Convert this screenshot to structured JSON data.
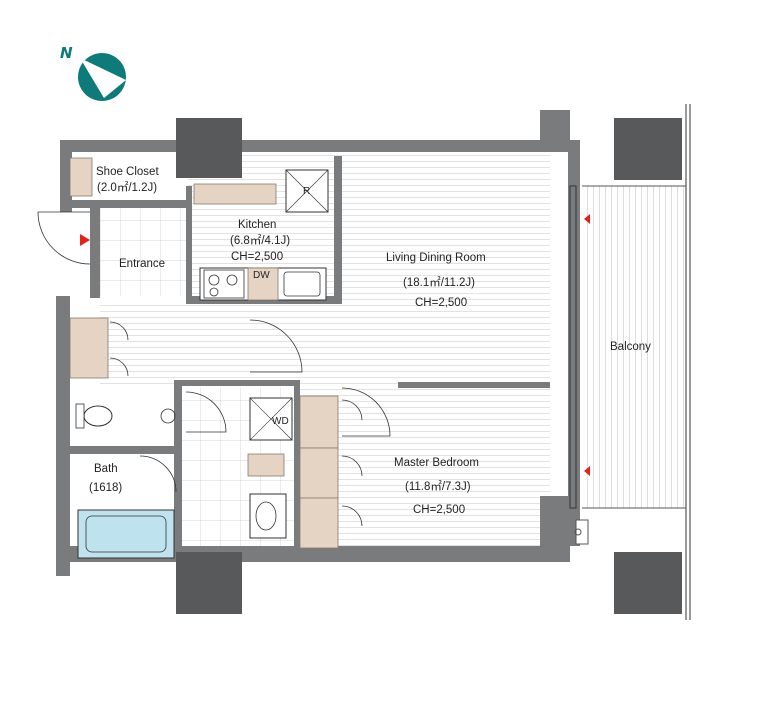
{
  "compass": {
    "label": "N"
  },
  "rooms": {
    "shoe_closet": {
      "name": "Shoe Closet",
      "size": "(2.0㎡/1.2J)"
    },
    "kitchen": {
      "name": "Kitchen",
      "size": "(6.8㎡/4.1J)",
      "ceiling": "CH=2,500"
    },
    "entrance": {
      "name": "Entrance"
    },
    "living": {
      "name": "Living Dining Room",
      "size": "(18.1㎡/11.2J)",
      "ceiling": "CH=2,500"
    },
    "balcony": {
      "name": "Balcony"
    },
    "master": {
      "name": "Master Bedroom",
      "size": "(11.8㎡/7.3J)",
      "ceiling": "CH=2,500"
    },
    "bath": {
      "name": "Bath",
      "size": "(1618)"
    }
  },
  "fixtures": {
    "refrigerator": "R",
    "dishwasher": "DW",
    "washer_dryer": "WD"
  },
  "colors": {
    "wall": "#7a7b7d",
    "pillar": "#58595b",
    "storage": "#e5d3c4",
    "bathtub": "#bfe2ef",
    "accent": "#0e7a7a",
    "door_marker": "#e2231a"
  }
}
